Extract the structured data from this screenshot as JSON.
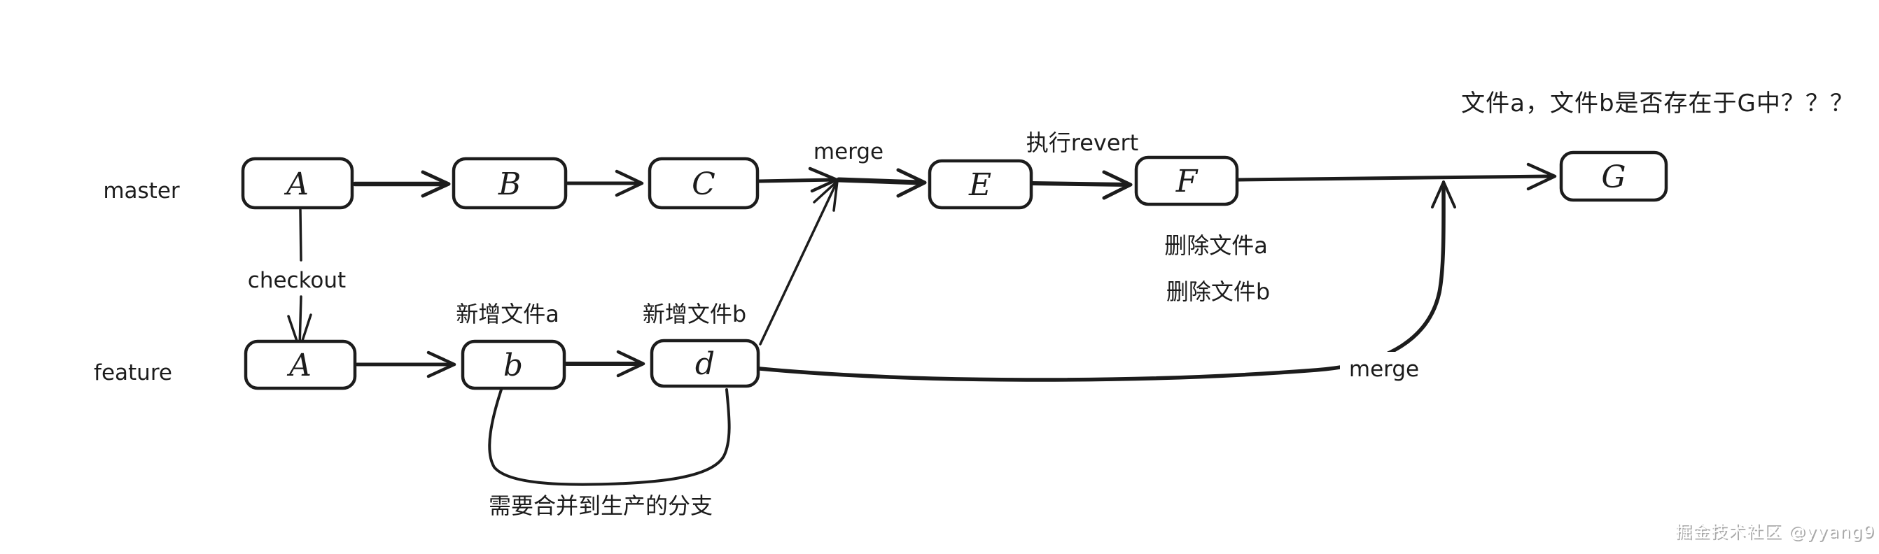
{
  "page": {
    "background": "#ffffff",
    "ink": "#1c1c1c"
  },
  "branches": {
    "master": {
      "label": "master"
    },
    "feature": {
      "label": "feature"
    }
  },
  "nodes": {
    "master": [
      {
        "label": "A"
      },
      {
        "label": "B"
      },
      {
        "label": "C"
      },
      {
        "label": "E"
      },
      {
        "label": "F"
      },
      {
        "label": "G"
      }
    ],
    "feature": [
      {
        "label": "A"
      },
      {
        "label": "b"
      },
      {
        "label": "d"
      }
    ]
  },
  "edge_labels": {
    "checkout": "checkout",
    "merge_into_master": "merge",
    "revert": "执行revert",
    "merge_into_g": "merge"
  },
  "annotations": {
    "add_file_a": "新增文件a",
    "add_file_b": "新增文件b",
    "delete_file_a": "删除文件a",
    "delete_file_b": "删除文件b",
    "question": "文件a，文件b是否存在于G中？？？",
    "branch_note": "需要合并到生产的分支"
  },
  "watermark": {
    "text": "掘金技术社区 @yyang9"
  }
}
